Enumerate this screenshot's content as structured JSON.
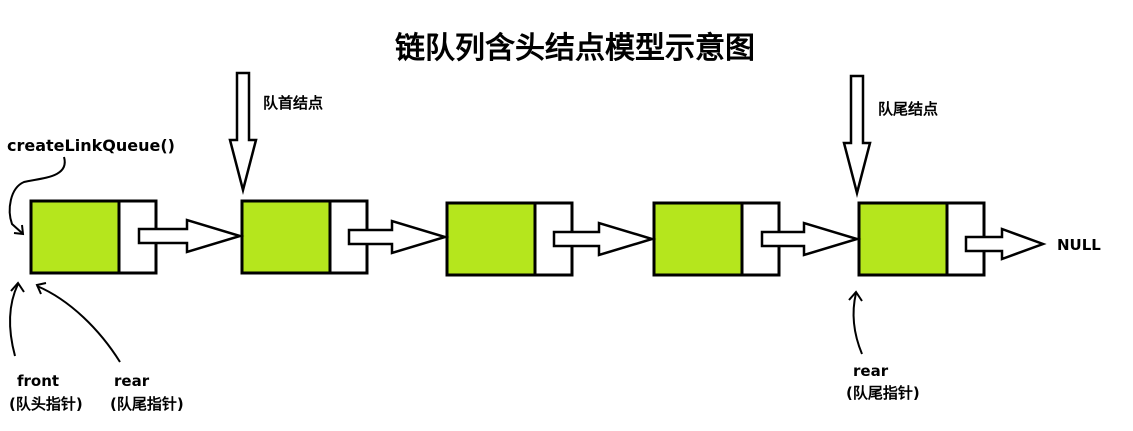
{
  "title": "链队列含头结点模型示意图",
  "labels": {
    "create_fn": "createLinkQueue()",
    "head_node": "队首结点",
    "tail_node": "队尾结点",
    "null_text": "NULL",
    "front_name": "front",
    "front_desc": "(队头指针)",
    "rear_left_name": "rear",
    "rear_left_desc": "(队尾指针)",
    "rear_right_name": "rear",
    "rear_right_desc": "(队尾指针)"
  },
  "colors": {
    "data_fill": "#b5e61d",
    "stroke": "#000000",
    "pointer_fill": "#ffffff"
  }
}
